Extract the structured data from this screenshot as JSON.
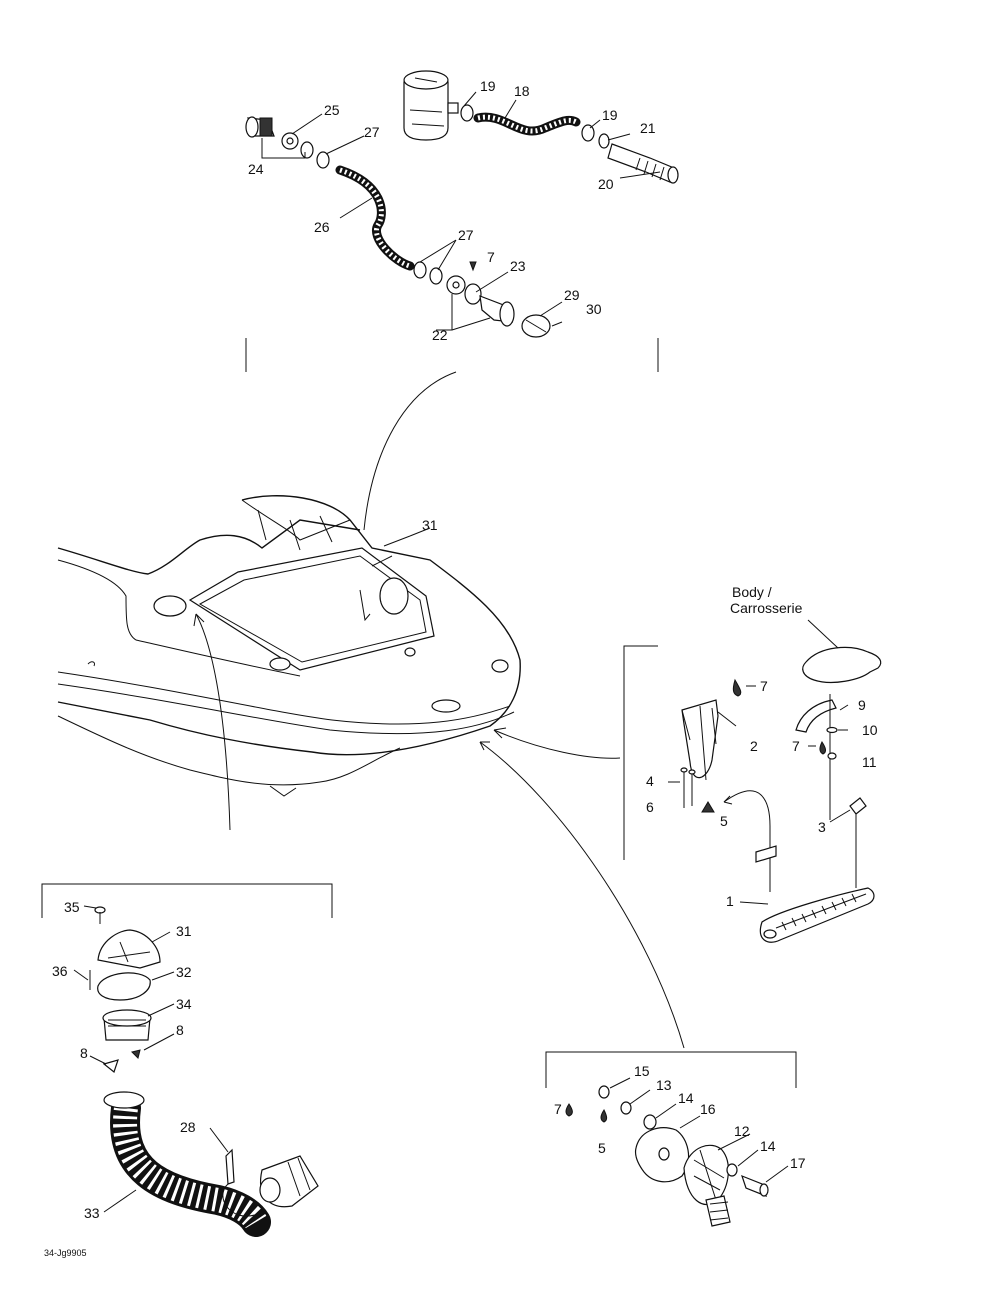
{
  "diagram": {
    "labels": {
      "l1": "1",
      "l2": "2",
      "l3": "3",
      "l4": "4",
      "l5a": "5",
      "l5b": "5",
      "l6": "6",
      "l7a": "7",
      "l7b": "7",
      "l7c": "7",
      "l7d": "7",
      "l8a": "8",
      "l8b": "8",
      "l9": "9",
      "l10": "10",
      "l11": "11",
      "l12": "12",
      "l13": "13",
      "l14a": "14",
      "l14b": "14",
      "l15": "15",
      "l16": "16",
      "l17": "17",
      "l18": "18",
      "l19a": "19",
      "l19b": "19",
      "l20": "20",
      "l21": "21",
      "l22": "22",
      "l23": "23",
      "l24": "24",
      "l25": "25",
      "l26": "26",
      "l27a": "27",
      "l27b": "27",
      "l28": "28",
      "l29": "29",
      "l30": "30",
      "l31a": "31",
      "l31b": "31",
      "l32": "32",
      "l33": "33",
      "l34": "34",
      "l35": "35",
      "l36": "36"
    },
    "body_label_line1": "Body /",
    "body_label_line2": "Carrosserie",
    "drawing_code": "34-Jg9905"
  }
}
